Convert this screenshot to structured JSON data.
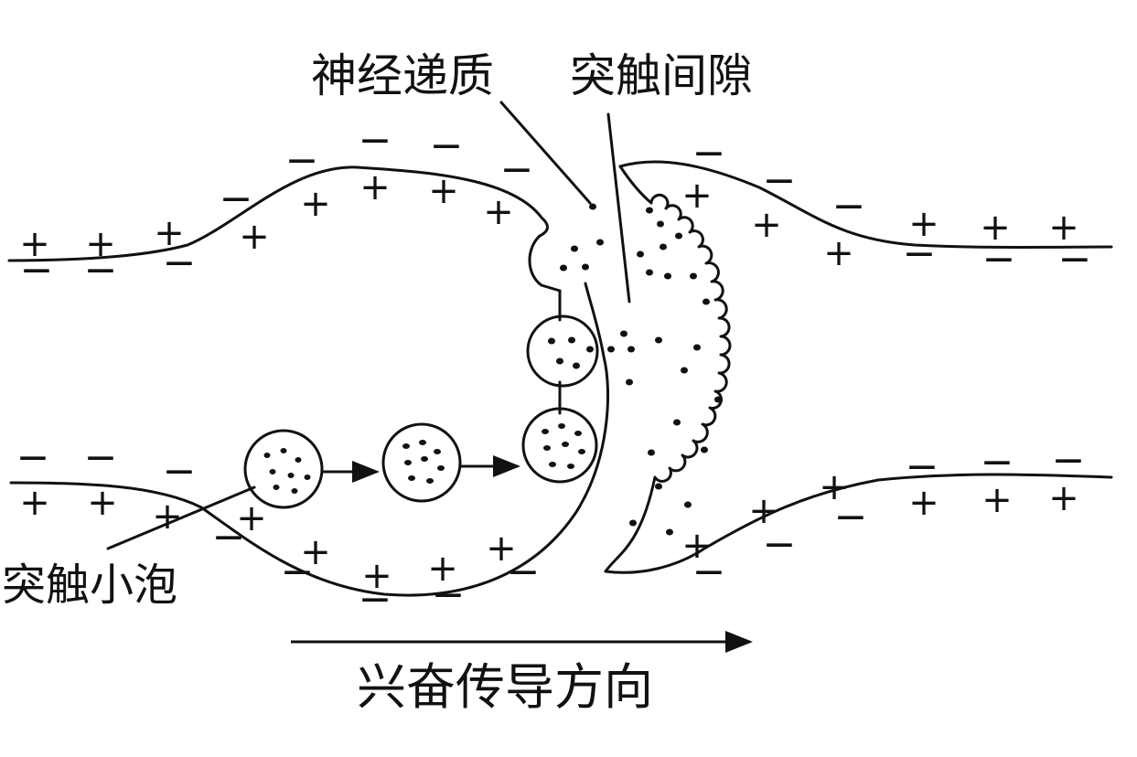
{
  "labels": {
    "neurotransmitter": "神经递质",
    "synaptic_cleft": "突触间隙",
    "synaptic_vesicle": "突触小泡",
    "conduction_direction": "兴奋传导方向"
  },
  "membrane_signs": {
    "outside": "+",
    "inside": "−"
  },
  "colors": {
    "ink": "#111111",
    "background": "#ffffff"
  }
}
